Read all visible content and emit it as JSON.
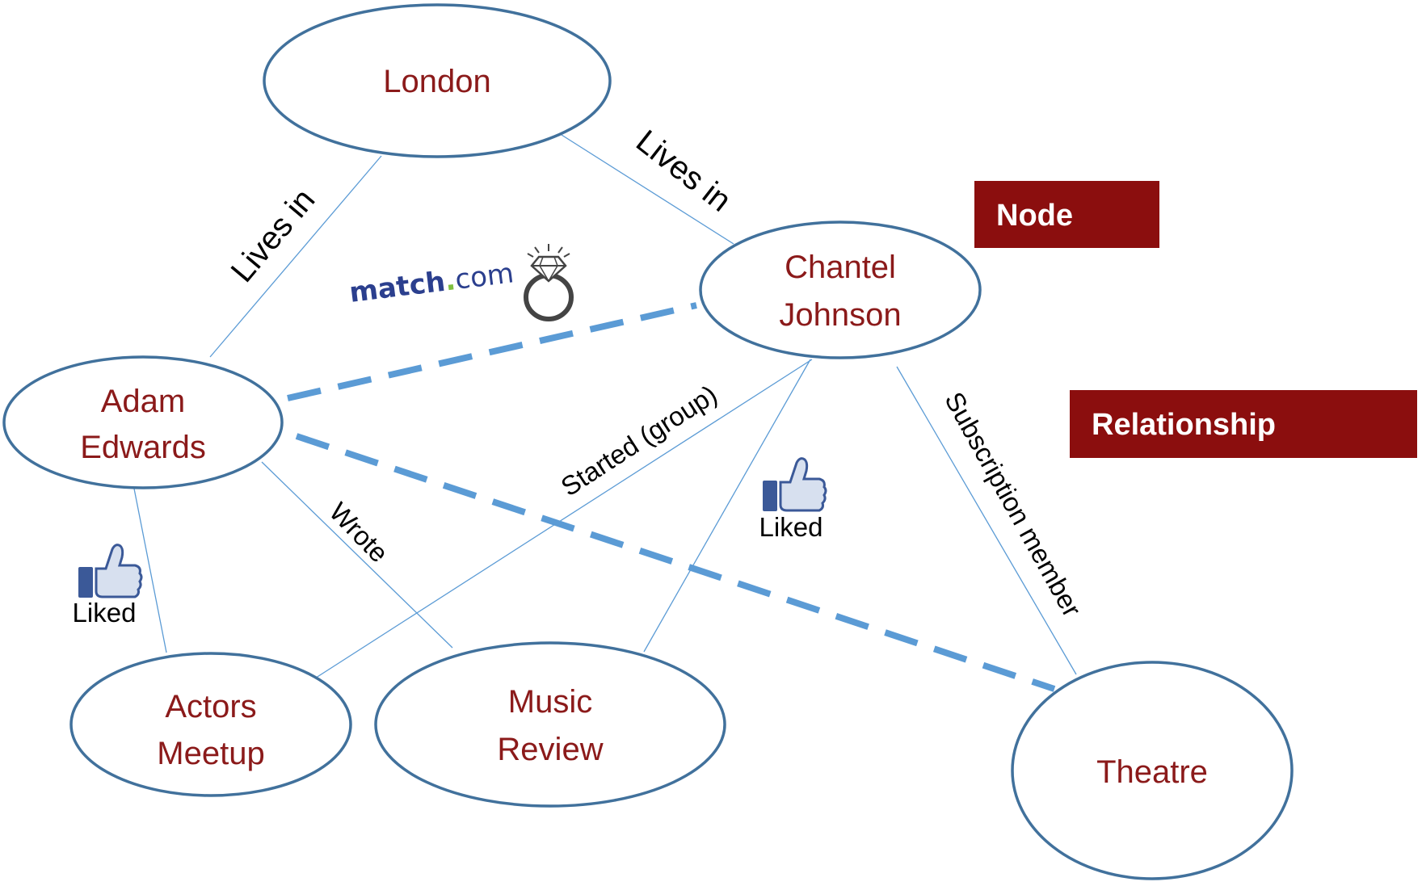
{
  "colors": {
    "node_text": "#8b1a1a",
    "node_border": "#41719c",
    "edge": "#5b9bd5",
    "legend_bg": "#8b0e0e",
    "legend_text": "#ffffff",
    "match_dark": "#2b3f8e",
    "match_dot": "#7fbf3f"
  },
  "nodes": {
    "london": {
      "line1": "London"
    },
    "chantel": {
      "line1": "Chantel",
      "line2": "Johnson"
    },
    "adam": {
      "line1": "Adam",
      "line2": "Edwards"
    },
    "actors": {
      "line1": "Actors",
      "line2": "Meetup"
    },
    "music": {
      "line1": "Music",
      "line2": "Review"
    },
    "theatre": {
      "line1": "Theatre"
    }
  },
  "edges": {
    "adam_london": "Lives in",
    "chantel_london": "Lives in",
    "adam_actors": "Liked",
    "adam_music": "Wrote",
    "chantel_actors": "Started (group)",
    "chantel_music": "Liked",
    "chantel_theatre": "Subscription member"
  },
  "match_logo": {
    "part1": "match",
    "dot": ".",
    "part2": "com"
  },
  "icons": {
    "thumbs_up": "thumbs-up-icon",
    "ring": "diamond-ring-icon"
  },
  "legend": {
    "node_label": "Node",
    "relationship_label": "Relationship"
  }
}
